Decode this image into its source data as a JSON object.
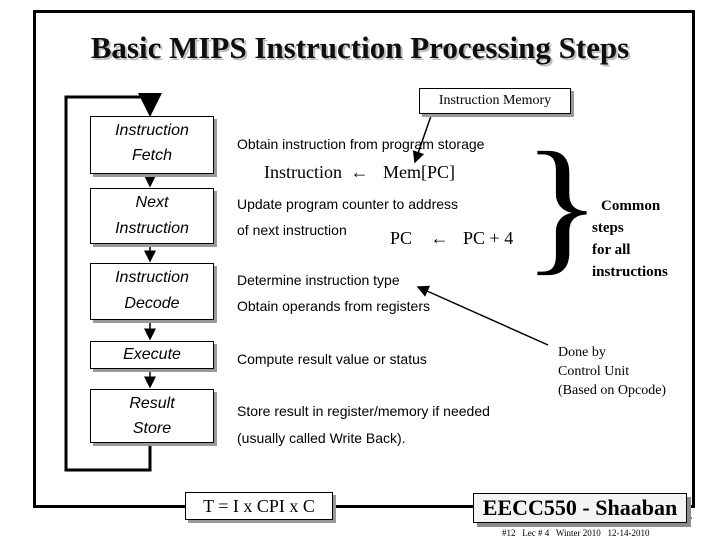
{
  "title": "Basic MIPS Instruction Processing Steps",
  "instruction_memory_label": "Instruction Memory",
  "steps": [
    {
      "line1": "Instruction",
      "line2": "Fetch"
    },
    {
      "line1": "Next",
      "line2": "Instruction"
    },
    {
      "line1": "Instruction",
      "line2": "Decode"
    },
    {
      "line1": "Execute",
      "line2": ""
    },
    {
      "line1": "Result",
      "line2": "Store"
    }
  ],
  "descriptions": {
    "fetch": "Obtain instruction from program storage",
    "fetch_rtl_left": "Instruction",
    "fetch_rtl_right": "Mem[PC]",
    "next_1": "Update program counter to address",
    "next_2": "of next instruction",
    "next_rtl_left": "PC",
    "next_rtl_right": "PC + 4",
    "decode_1": "Determine instruction type",
    "decode_2": "Obtain operands from registers",
    "execute": "Compute result value or status",
    "store_1": "Store result in register/memory if needed",
    "store_2": "(usually called Write Back)."
  },
  "common": [
    "Common",
    "steps",
    "for all",
    "instructions"
  ],
  "control": [
    "Done by",
    "Control Unit",
    "(Based on Opcode)"
  ],
  "formula": "T = I x CPI x C",
  "course": "EECC550 - Shaaban",
  "footer": "#12   Lec # 4   Winter 2010   12-14-2010",
  "arrow_glyph": "←",
  "brace_glyph": "}"
}
